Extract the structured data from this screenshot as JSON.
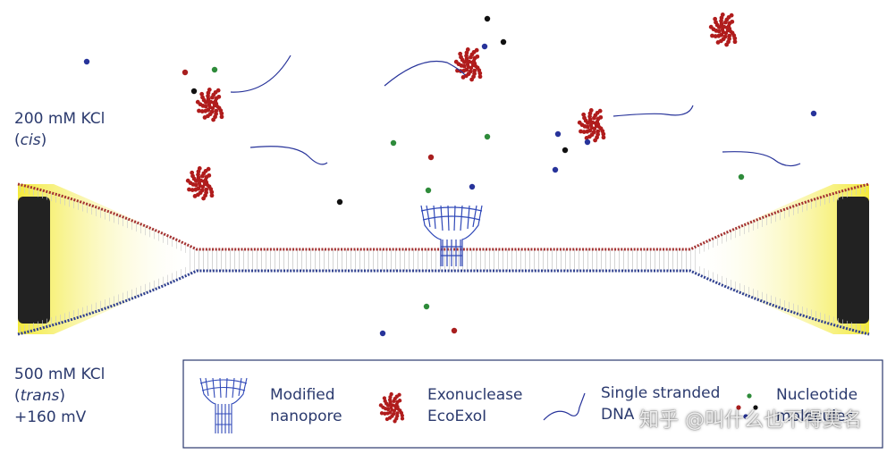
{
  "cis": {
    "line1": "200 mM KCl",
    "line2_open": "(",
    "line2_italic": "cis",
    "line2_close": ")"
  },
  "trans": {
    "line1": "500 mM KCl",
    "line2_open": "(",
    "line2_italic": "trans",
    "line2_close": ")",
    "line3": "+160 mV"
  },
  "legend": {
    "nanopore": {
      "line1": "Modified",
      "line2": "nanopore"
    },
    "exonuclease": {
      "line1": "Exonuclease",
      "line2": "EcoExoI"
    },
    "dna": {
      "line1": "Single stranded",
      "line2": "DNA"
    },
    "nucleotide": {
      "line1": "Nucleotide",
      "line2": "molecules"
    }
  },
  "watermark": "知乎 @叫什么也不得莫名",
  "colors": {
    "text": "#2b3a6e",
    "membrane_top": "#a33030",
    "membrane_bottom": "#2e3f8f",
    "electrode": "#222222",
    "glow": "#f5ee4a",
    "enzyme": "#b01c1c",
    "pore": "#2f48b8",
    "nuc_red": "#a81e1e",
    "nuc_green": "#2e8b3a",
    "nuc_blue": "#27339a",
    "nuc_black": "#111111"
  }
}
